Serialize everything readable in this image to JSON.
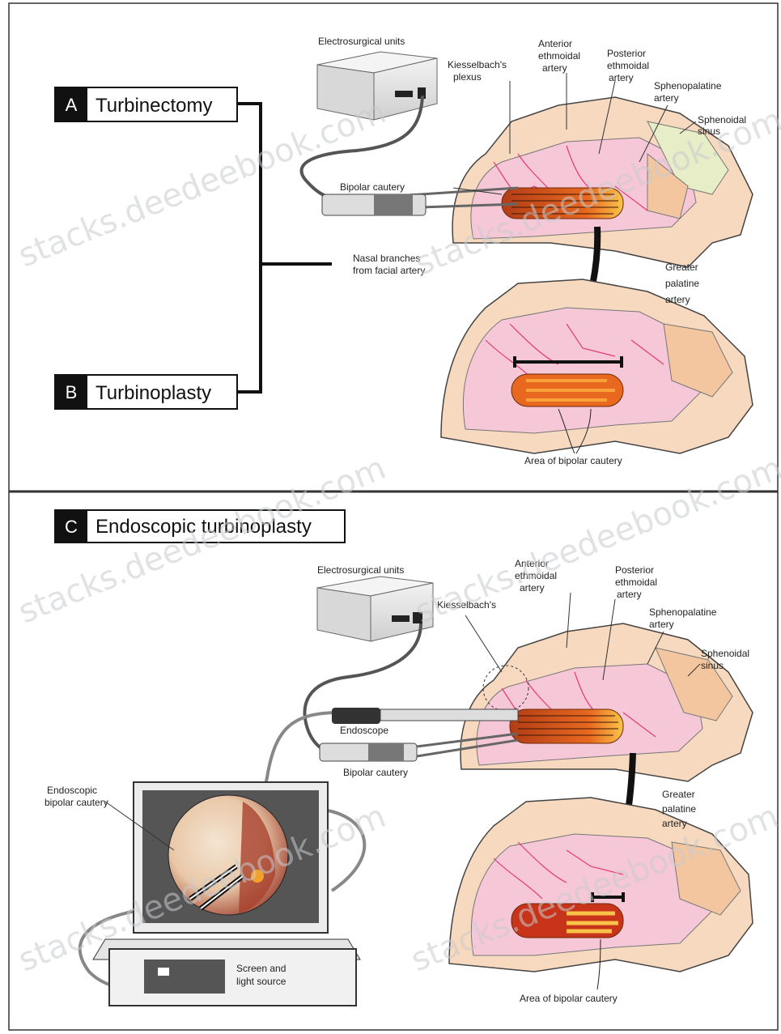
{
  "panel_a": {
    "letter": "A",
    "title": "Turbinectomy",
    "electrosurgical_units": "Electrosurgical units",
    "kiesselbach": [
      "Kiesselbach's",
      "plexus"
    ],
    "anterior_ethmoidal": [
      "Anterior",
      "ethmoidal",
      "artery"
    ],
    "posterior_ethmoidal": [
      "Posterior",
      "ethmoidal",
      "artery"
    ],
    "sphenopalatine": [
      "Sphenopalatine",
      "artery"
    ],
    "sphenoidal_sinus": [
      "Sphenoidal",
      "sinus"
    ],
    "bipolar_cautery": "Bipolar cautery",
    "nasal_branches": [
      "Nasal branches",
      "from facial artery"
    ],
    "greater_palatine": [
      "Greater",
      "palatine",
      "artery"
    ],
    "area_of_bipolar_cautery": "Area of bipolar cautery"
  },
  "panel_b": {
    "letter": "B",
    "title": "Turbinoplasty"
  },
  "panel_c": {
    "letter": "C",
    "title": "Endoscopic turbinoplasty",
    "electrosurgical_units": "Electrosurgical units",
    "kiesselbach": "Kiesselbach's",
    "anterior_ethmoidal": [
      "Anterior",
      "ethmoidal",
      "artery"
    ],
    "posterior_ethmoidal": [
      "Posterior",
      "ethmoidal",
      "artery"
    ],
    "sphenopalatine": [
      "Sphenopalatine",
      "artery"
    ],
    "sphenoidal_sinus": [
      "Sphenoidal",
      "sinus"
    ],
    "endoscope": "Endoscope",
    "bipolar_cautery": "Bipolar cautery",
    "endoscopic_bipolar_cautery": [
      "Endoscopic",
      "bipolar cautery"
    ],
    "greater_palatine": [
      "Greater",
      "palatine",
      "artery"
    ],
    "screen_and_light_source": [
      "Screen and",
      "light source"
    ],
    "area_of_bipolar_cautery": "Area of bipolar cautery"
  },
  "watermark": "stacks.deedeebook.com",
  "colors": {
    "bone": "#f6d9bf",
    "mucosa": "#f6c7d6",
    "vessel": "#e23a78",
    "turbinate": "#e8681f",
    "turbinate_hot": "#f9a23a",
    "sinus": "#e7eec7",
    "device": "#e9e9e9",
    "screen": "#555555",
    "frame": "#111111"
  }
}
